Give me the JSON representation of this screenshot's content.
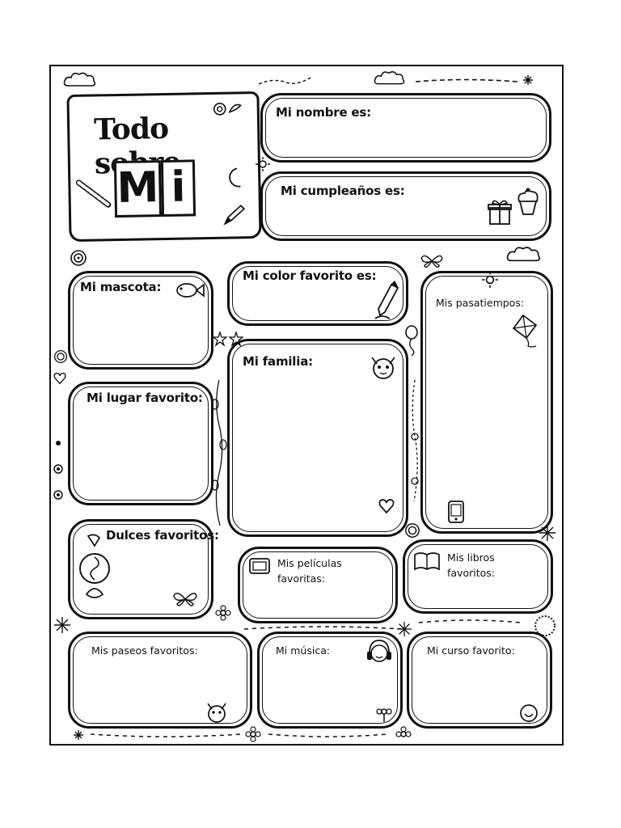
{
  "header": {
    "title_line1": "Todo sobre",
    "title_line2_letters": [
      "M",
      "i"
    ]
  },
  "prompts": {
    "nombre": "Mi nombre es:",
    "cumpleanos": "Mi cumpleaños es:",
    "mascota": "Mi mascota:",
    "color": "Mi color favorito es:",
    "pasatiempos": "Mis pasatiempos:",
    "familia": "Mi familia:",
    "lugar": "Mi lugar favorito:",
    "dulces": "Dulces favoritos:",
    "peliculas": "Mis películas favoritas:",
    "libros": "Mis libros favoritos:",
    "paseos": "Mis paseos favoritos:",
    "musica": "Mi música:",
    "curso": "Mi curso favorito:"
  },
  "icons": [
    "cloud-icon",
    "bee-icon",
    "gift-icon",
    "cupcake-icon",
    "crayon-icon",
    "kite-icon",
    "cat-icon",
    "heart-icon",
    "candy-icon",
    "butterfly-icon",
    "tv-icon",
    "book-icon",
    "headphones-icon",
    "phone-icon",
    "flower-icon",
    "smiley-icon",
    "fish-icon",
    "pencil-icon",
    "snail-icon",
    "moon-icon",
    "star-icon"
  ]
}
